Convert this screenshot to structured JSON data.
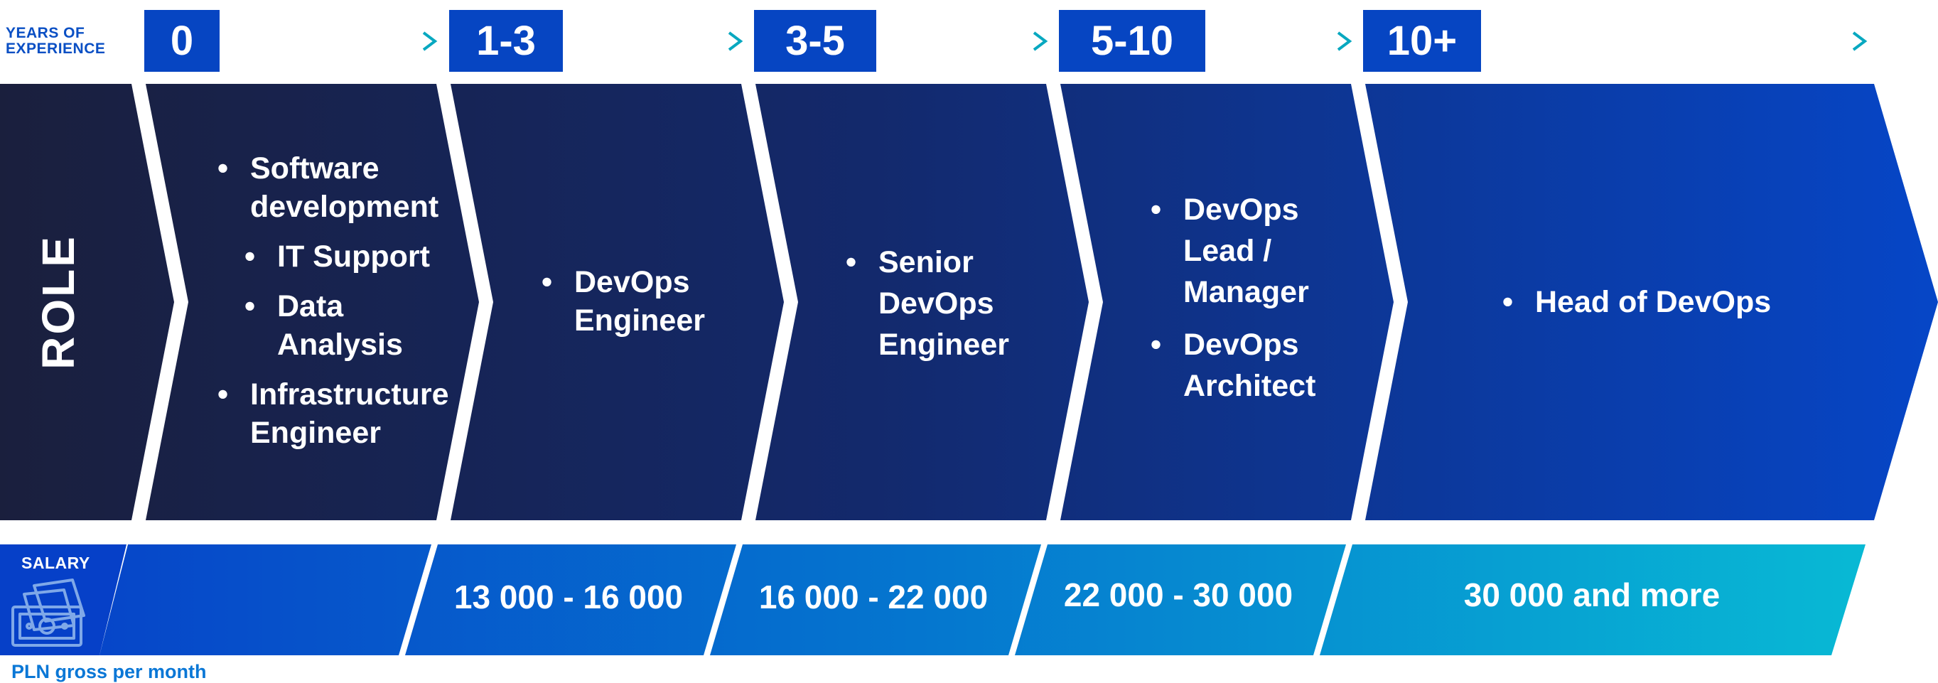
{
  "header": {
    "years_label": "YEARS OF\nEXPERIENCE",
    "stages": [
      "0",
      "1-3",
      "3-5",
      "5-10",
      "10+"
    ]
  },
  "role": {
    "label": "ROLE",
    "stages": [
      {
        "items": [
          {
            "text": "Software development",
            "sub": false
          },
          {
            "text": "IT Support",
            "sub": true
          },
          {
            "text": "Data Analysis",
            "sub": true
          },
          {
            "text": "Infrastructure Engineer",
            "sub": false
          }
        ]
      },
      {
        "items": [
          {
            "text": "DevOps Engineer",
            "sub": false
          }
        ]
      },
      {
        "items": [
          {
            "text": "Senior DevOps Engineer",
            "sub": false
          }
        ]
      },
      {
        "items": [
          {
            "text": "DevOps Lead / Manager",
            "sub": false
          },
          {
            "text": "DevOps Architect",
            "sub": false
          }
        ]
      },
      {
        "items": [
          {
            "text": "Head of DevOps",
            "sub": false
          }
        ]
      }
    ]
  },
  "salary": {
    "label": "SALARY",
    "ranges": [
      "",
      "13 000 - 16 000",
      "16 000 - 22 000",
      "22 000 - 30 000",
      "30 000 and more"
    ],
    "note": "PLN gross per month"
  },
  "colors": {
    "year_box": "#0645c2",
    "arrow_line_start": "#0a52c8",
    "arrow_line_end": "#08a8c0",
    "chevron_start": "#1a1f3d",
    "chevron_end": "#0646c7",
    "salary_start": "#0640c8",
    "salary_end": "#08b9d4"
  }
}
